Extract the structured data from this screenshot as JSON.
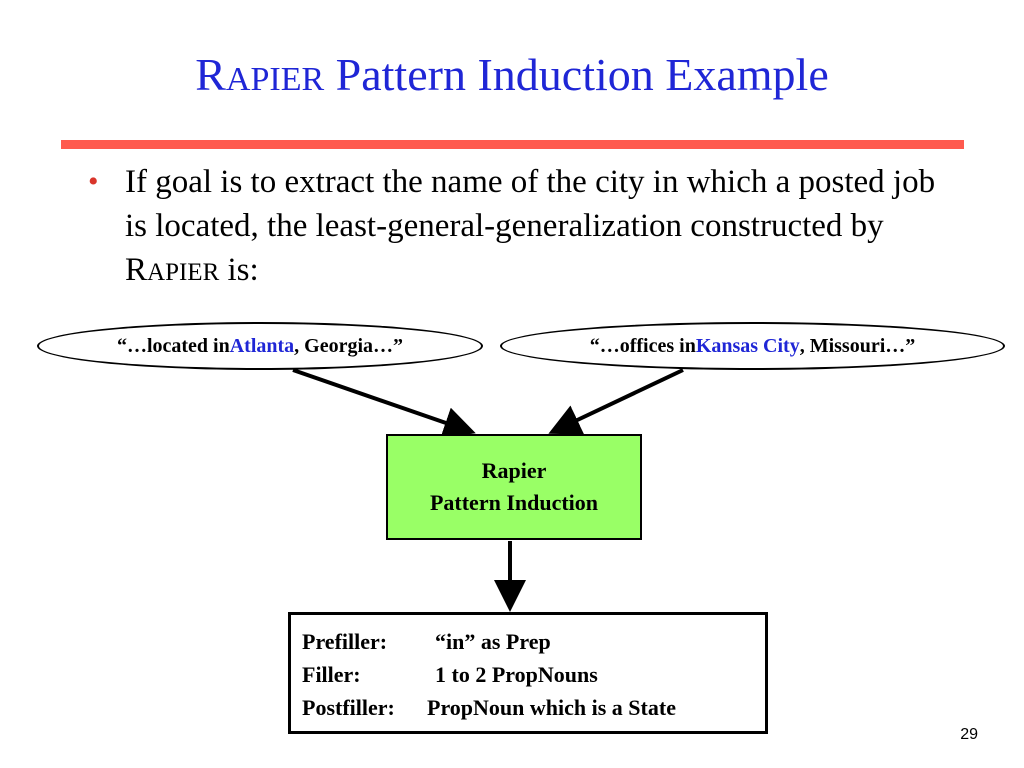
{
  "slide": {
    "title": {
      "r_letter": "R",
      "rest_small_caps": "APIER",
      "text": " Pattern Induction Example"
    },
    "bullet": {
      "marker": "•",
      "text_part1": "If goal is to extract the name of the city in which a posted job is located, the least-general-generalization constructed by ",
      "r_letter": "R",
      "rest_small_caps": "APIER",
      "text_part2": " is:"
    },
    "page_number": "29"
  },
  "diagram": {
    "example_left": {
      "before": "“…located in ",
      "highlight": "Atlanta",
      "after": ", Georgia…”"
    },
    "example_right": {
      "before": "“…offices in ",
      "highlight": "Kansas City",
      "after": ", Missouri…”"
    },
    "process": {
      "line1": "Rapier",
      "line2": "Pattern Induction"
    },
    "output": {
      "prefiller_key": "Prefiller:",
      "prefiller_value": "“in” as Prep",
      "filler_key": "Filler:",
      "filler_value": "1 to 2 PropNouns",
      "postfiller_key": "Postfiller:",
      "postfiller_value": "PropNoun which is a State"
    }
  },
  "colors": {
    "title": "#1f26d6",
    "highlight": "#1f26d6",
    "rule": "#ff5a4e",
    "bullet": "#d9352b",
    "process_fill": "#99ff66"
  }
}
